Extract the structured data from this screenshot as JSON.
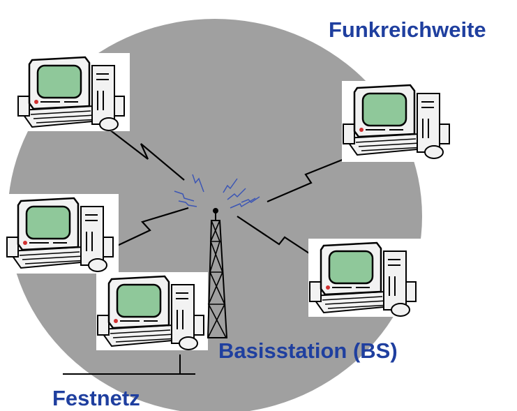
{
  "labels": {
    "radio_range": "Funkreichweite",
    "base_station": "Basisstation (BS)",
    "fixed_network": "Festnetz"
  },
  "colors": {
    "coverage_area": "#a0a0a0",
    "label_text": "#1f3f9f",
    "screen": "#8fc89a",
    "computer_body": "#f2f2f2",
    "radio_waves": "#3c56b4"
  },
  "icons": [
    "computer-icon",
    "antenna-tower-icon",
    "radio-wave-icon",
    "radio-link-icon"
  ],
  "computers": [
    {
      "name": "computer-top-left"
    },
    {
      "name": "computer-right-upper"
    },
    {
      "name": "computer-left-middle"
    },
    {
      "name": "computer-bottom-center"
    },
    {
      "name": "computer-right-lower"
    }
  ]
}
